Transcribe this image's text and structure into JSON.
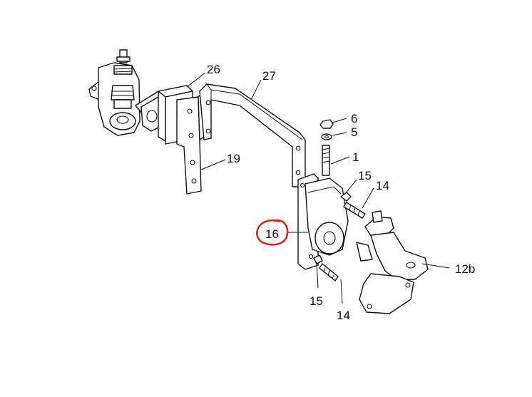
{
  "callouts": {
    "c26": "26",
    "c27": "27",
    "c19": "19",
    "c6": "6",
    "c5": "5",
    "c1": "1",
    "c15a": "15",
    "c14a": "14",
    "c16": "16",
    "c12b": "12b",
    "c15b": "15",
    "c14b": "14"
  },
  "highlight_color": "#e0221b",
  "highlighted_callout": "16"
}
